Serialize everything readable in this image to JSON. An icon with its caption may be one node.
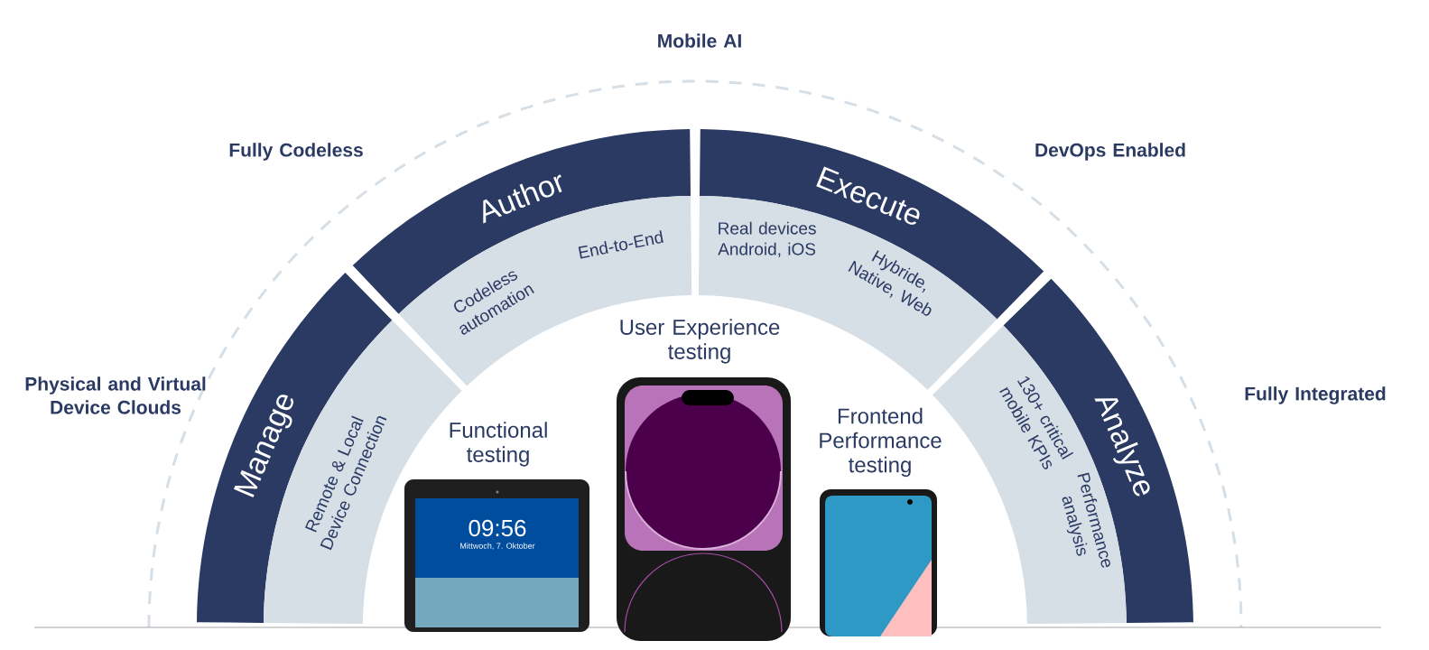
{
  "diagram": {
    "nodes": [
      {
        "text": [
          "Manage",
          "Remote & Local Device Connection"
        ]
      },
      {
        "text": [
          "Author",
          "Codeless automation",
          "End-to-End"
        ]
      },
      {
        "text": [
          "Execute",
          "Real devices Android, iOS",
          "Hybride, Native, Web"
        ]
      },
      {
        "text": [
          "Analyze",
          "130+ critical mobile KPIs",
          "Performance analysis"
        ]
      },
      {
        "text": [
          "Functional testing"
        ]
      },
      {
        "text": [
          "User Experience testing"
        ]
      },
      {
        "text": [
          "Frontend Performance testing"
        ]
      }
    ],
    "labels": [
      "Mobile AI",
      "Fully Codeless",
      "DevOps Enabled",
      "Physical and Virtual Device Clouds",
      "Fully Integrated",
      "09:56",
      "Mittwoch, 7. Oktober"
    ]
  }
}
